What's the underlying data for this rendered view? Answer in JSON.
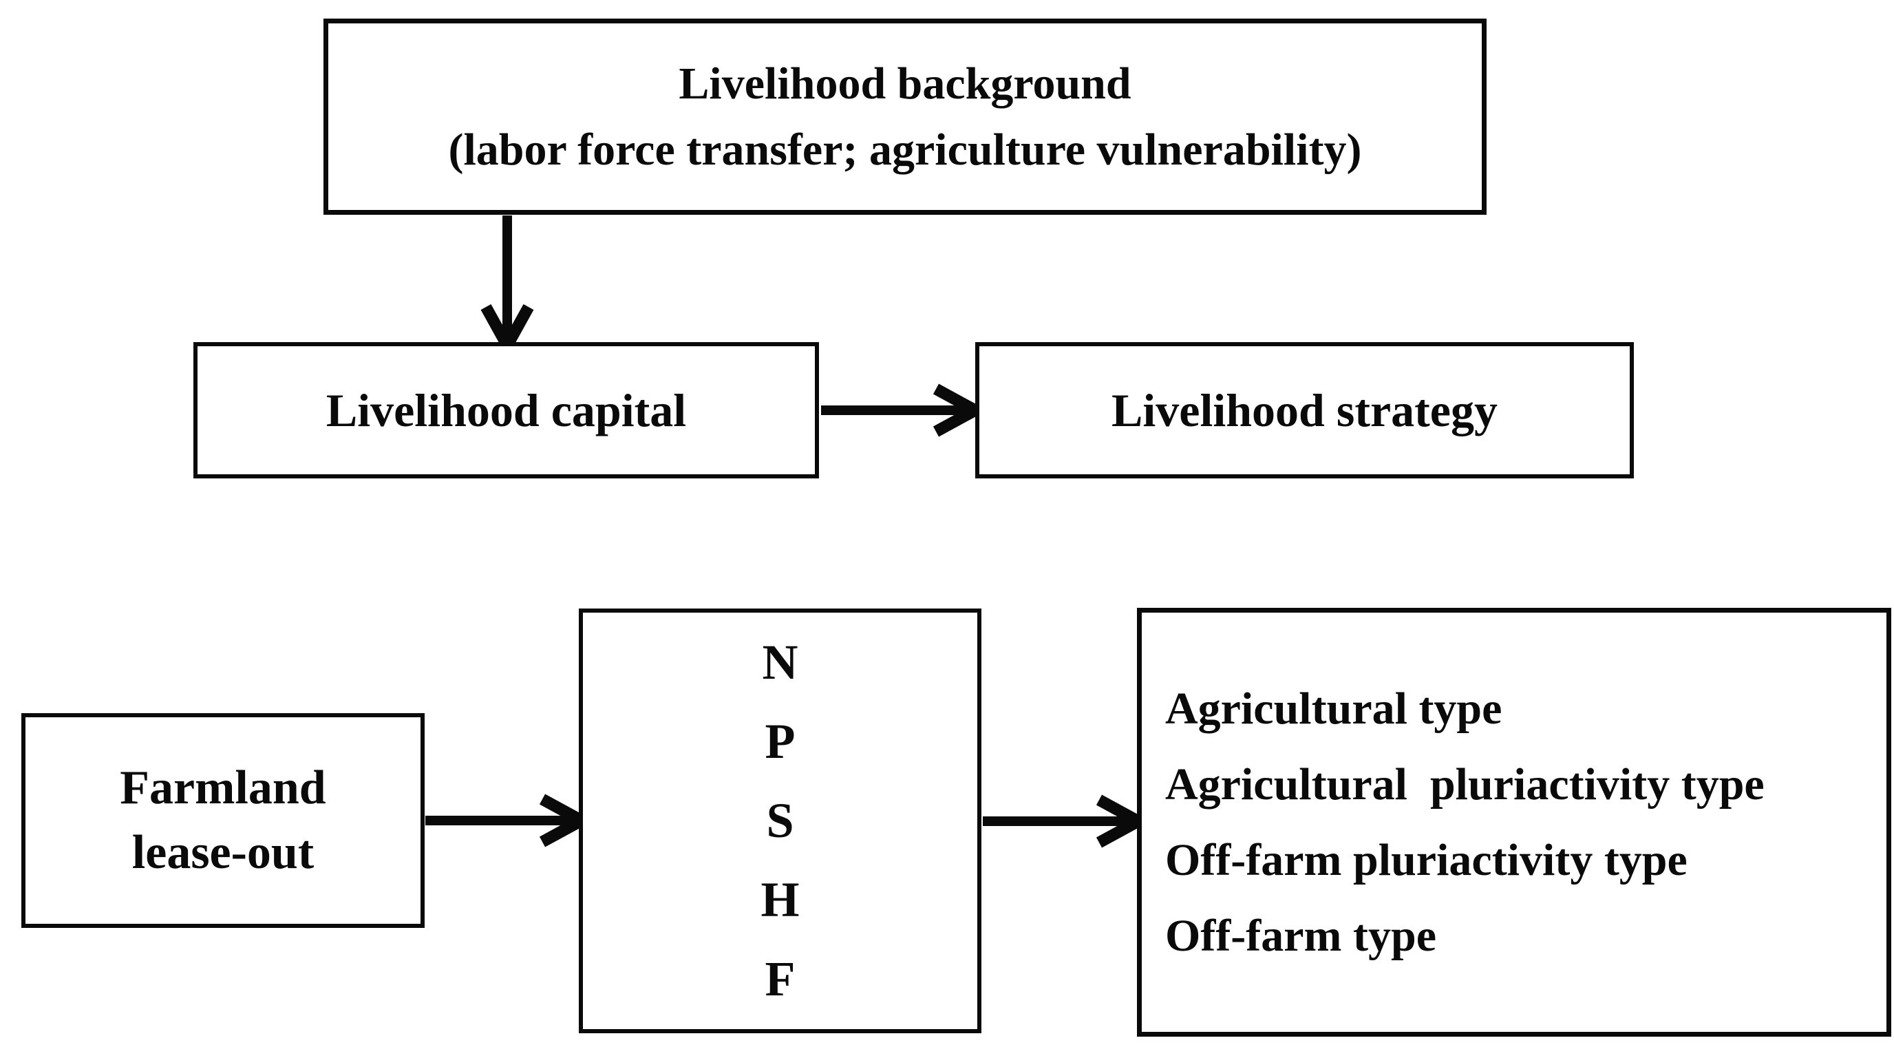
{
  "figure": {
    "background_color": "#ffffff",
    "line_color": "#0a0a0a",
    "boxes": {
      "livelihood_background": {
        "line1": "Livelihood background",
        "line2": "(labor force transfer; agriculture vulnerability)"
      },
      "livelihood_capital": {
        "label": "Livelihood capital"
      },
      "livelihood_strategy": {
        "label": "Livelihood strategy"
      },
      "farmland_lease_out": {
        "line1": "Farmland",
        "line2": "lease-out"
      },
      "capital_letters": {
        "letters": [
          "N",
          "P",
          "S",
          "H",
          "F"
        ]
      },
      "strategy_types": {
        "items": [
          "Agricultural type",
          "Agricultural  pluriactivity type",
          "Off-farm pluriactivity type",
          "Off-farm type"
        ]
      }
    },
    "arrows": [
      "background-to-capital",
      "capital-to-strategy",
      "farmland-to-letters",
      "letters-to-types"
    ]
  }
}
